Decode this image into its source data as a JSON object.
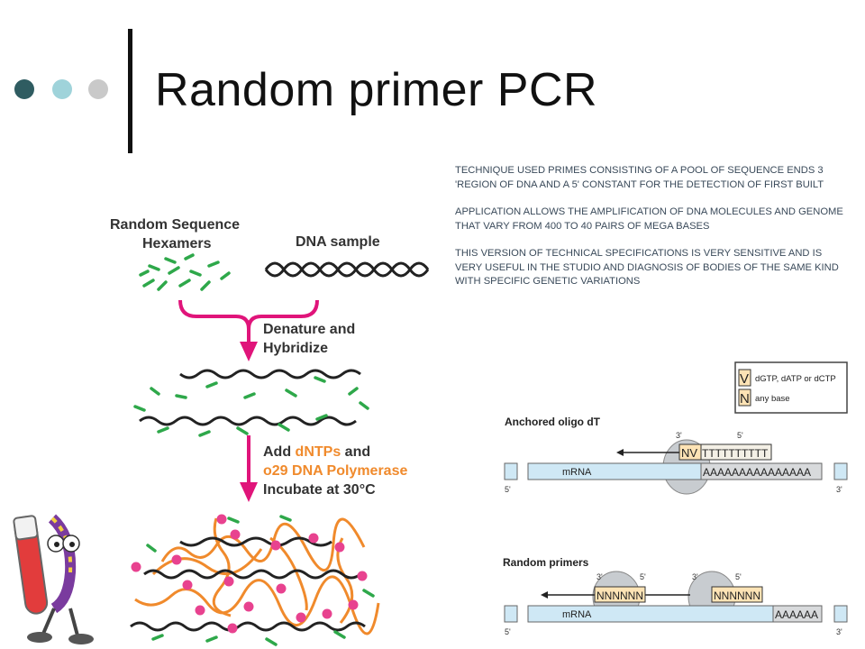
{
  "slide": {
    "title": "Random primer PCR",
    "paragraphs": [
      "TECHNIQUE  USED PRIMES CONSISTING  OF A POOL OF SEQUENCE ENDS 3 'REGION OF DNA AND A 5' CONSTANT  FOR THE DETECTION OF FIRST BUILT",
      "APPLICATION  ALLOWS THE  AMPLIFICATION  OF DNA MOLECULES AND GENOME THAT  VARY FROM 400 TO 40 PAIRS OF MEGA BASES",
      "THIS  VERSION OF TECHNICAL  SPECIFICATIONS  IS VERY SENSITIVE AND IS VERY USEFUL IN THE STUDIO AND DIAGNOSIS OF BODIES OF THE SAME KIND WITH  SPECIFIC GENETIC  VARIATIONS"
    ]
  },
  "colors": {
    "dot1": "#2f5c61",
    "dot2": "#9fd3da",
    "dot3": "#c9c9c9",
    "magenta": "#e0147a",
    "orange": "#f08a2c",
    "green": "#2ea84a"
  },
  "left_diagram": {
    "hexamers_label_1": "Random Sequence",
    "hexamers_label_2": "Hexamers",
    "dna_label": "DNA sample",
    "step1_line1": "Denature and",
    "step1_line2": "Hybridize",
    "step2_add": "Add ",
    "step2_dntps": "dNTPs",
    "step2_and": " and",
    "step2_polymerase": "o29 DNA Polymerase",
    "step2_incubate": "Incubate at 30°C"
  },
  "right_diagram": {
    "legend_v_letter": "V",
    "legend_v_text": "dGTP, dATP or dCTP",
    "legend_n_letter": "N",
    "legend_n_text": "any base",
    "anchored_label": "Anchored oligo dT",
    "anchored_primer_nv": "NV",
    "anchored_primer_t": "TTTTTTTTTT",
    "polya_tail": "AAAAAAAAAAAAAAA",
    "random_label": "Random primers",
    "random_primer": "NNNNNN",
    "polya_short": "AAAAAA",
    "mrna": "mRNA",
    "three_prime": "3'",
    "five_prime": "5'"
  },
  "icons": {
    "mascot": "test-tube-mascot-icon"
  }
}
